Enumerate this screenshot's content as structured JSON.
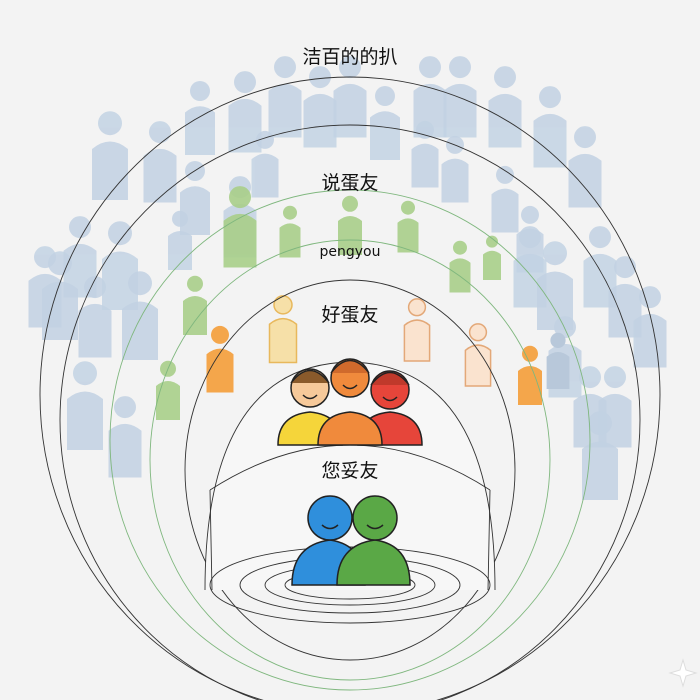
{
  "rings": {
    "outer_label": "洁百的的扒",
    "middle_label": "说蛋友",
    "middle_sublabel": "pengyou",
    "good_label": "好蛋友",
    "inner_label": "您妥友"
  },
  "colors": {
    "background": "#f3f3f3",
    "strangers": "#c2d2e3",
    "acquaintances": "#a9cf8a",
    "friends_outline": "#f2c078",
    "ring_dark": "#333333",
    "ring_green": "#7fb77e",
    "close_friend_blue": "#2f8fdc",
    "close_friend_green": "#5aa846",
    "group_yellow": "#f5d53a",
    "group_orange": "#f08a3c",
    "group_red": "#e6453a"
  },
  "icons": [
    "stranger-silhouette-icon",
    "acquaintance-silhouette-icon",
    "friend-outline-icon",
    "friend-group-icon",
    "best-friends-icon",
    "sparkle-icon"
  ]
}
